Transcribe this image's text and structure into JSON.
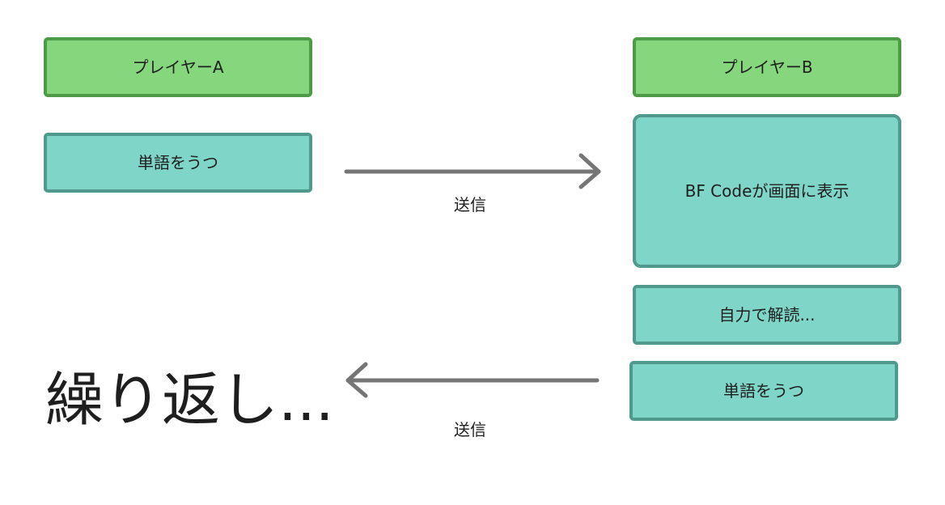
{
  "player_a": {
    "header": "プレイヤーA",
    "step_send_word": "単語をうつ"
  },
  "player_b": {
    "header": "プレイヤーB",
    "step_display_code": "BF Codeが画面に表示",
    "step_decode": "自力で解読...",
    "step_send_word": "単語をうつ"
  },
  "arrows": {
    "a_to_b_label": "送信",
    "b_to_a_label": "送信",
    "color": "#757575"
  },
  "loop_text": "繰り返し...",
  "colors": {
    "header_fill": "#86d67e",
    "header_stroke": "#4d9b46",
    "step_fill": "#7fd6c8",
    "step_stroke": "#4f9a8c"
  }
}
